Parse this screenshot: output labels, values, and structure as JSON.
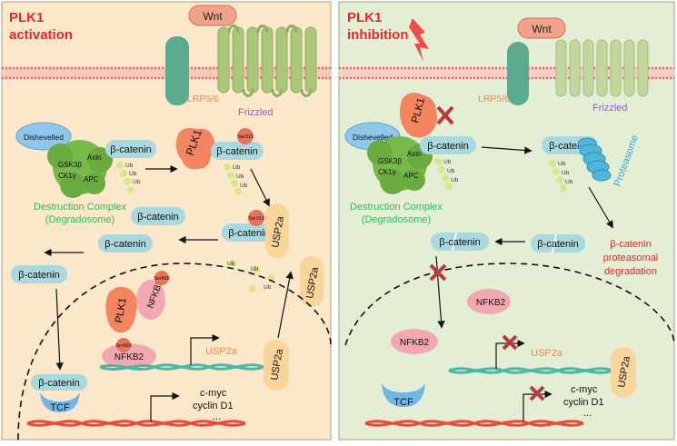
{
  "left_panel": {
    "title_line1": "PLK1",
    "title_line2": "activation",
    "wnt": "Wnt",
    "lrp": "LRP5/6",
    "frizzled": "Frizzled",
    "dishevelled": "Dishevelled",
    "complex_labels": {
      "axin": "Axin",
      "gsk": "GSK3β",
      "ck": "CK1γ",
      "apc": "APC"
    },
    "beta_catenin": "β-catenin",
    "plk1": "PLK1",
    "ser311": "Ser311",
    "ub": "Ub",
    "destruction_line1": "Destruction Complex",
    "destruction_line2": "(Degradosome)",
    "usp2a": "USP2a",
    "nfkb2": "NFKB2",
    "ser866": "Ser866",
    "usp2a_gene": "USP2a",
    "tcf": "TCF",
    "targets": [
      "c-myc",
      "cyclin D1",
      "..."
    ]
  },
  "right_panel": {
    "title_line1": "PLK1",
    "title_line2": "inhibition",
    "wnt": "Wnt",
    "lrp": "LRP5/6",
    "frizzled": "Frizzled",
    "dishevelled": "Dishevelled",
    "complex_labels": {
      "axin": "Axin",
      "gsk": "GSK3β",
      "ck": "CK1γ",
      "apc": "APC"
    },
    "beta_catenin": "β-catenin",
    "plk1": "PLK1",
    "ub": "Ub",
    "proteasome": "Proteasome",
    "destruction_line1": "Destruction Complex",
    "destruction_line2": "(Degradosome)",
    "degradation_line1": "β-catenin",
    "degradation_line2": "proteasomal",
    "degradation_line3": "degradation",
    "nfkb2": "NFKB2",
    "usp2a_gene": "USP2a",
    "usp2a": "USP2a",
    "tcf": "TCF",
    "targets": [
      "c-myc",
      "cyclin D1",
      "..."
    ]
  },
  "colors": {
    "left_bg": "#fbe7c9",
    "right_bg": "#e3eed4",
    "title_red": "#e8262a",
    "green_text": "#2ebd5a",
    "orange_text": "#f08a4b",
    "purple_text": "#9b59d0",
    "blue_text": "#3aa7dd",
    "membrane": "#e8636a",
    "catenin": "#a9d8de",
    "plk1": "#f28560",
    "usp2a": "#f9d49b",
    "nfkb2": "#f2a8b0",
    "complex": "#79b94c",
    "frizzled": "#a9c87a",
    "lrp": "#5aab8e"
  }
}
